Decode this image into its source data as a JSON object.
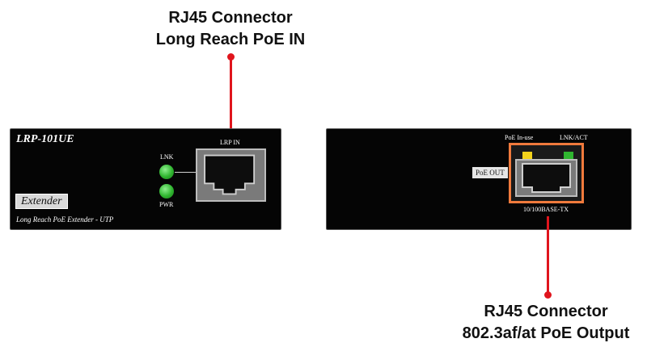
{
  "callout_top": {
    "line1": "RJ45 Connector",
    "line2": "Long Reach PoE IN"
  },
  "callout_bottom": {
    "line1": "RJ45 Connector",
    "line2": "802.3af/at PoE Output"
  },
  "front_panel": {
    "model": "LRP-101UE",
    "badge": "Extender",
    "tagline": "Long Reach PoE Extender - UTP",
    "led_lnk": "LNK",
    "led_pwr": "PWR",
    "port_label": "LRP IN"
  },
  "rear_panel": {
    "poe_in_use": "PoE In-use",
    "lnk_act": "LNK/ACT",
    "poe_out": "PoE OUT",
    "port_label": "10/100BASE-TX"
  },
  "colors": {
    "leader": "#e0151d",
    "panel": "#050505",
    "poe_frame": "#f07a3c",
    "led_green": "#2fb52f",
    "led_yellow": "#f2d21b"
  },
  "icons": {
    "front_port": "rj45-port-icon",
    "rear_port": "rj45-port-icon"
  }
}
